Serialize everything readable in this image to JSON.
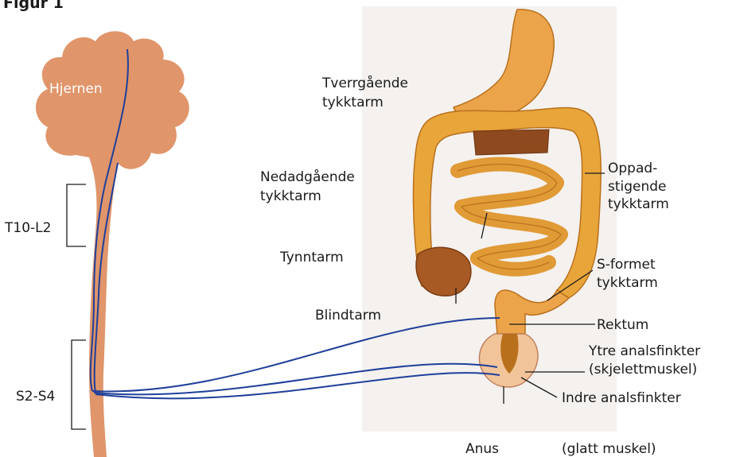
{
  "figure": {
    "title": "Figur 1",
    "labels": {
      "brain": "Hjernen",
      "spine_upper": "T10-L2",
      "spine_lower": "S2-S4",
      "transverse_1": "Tverrgående",
      "transverse_2": "tykktarm",
      "descending_1": "Nedadgående",
      "descending_2": "tykktarm",
      "small_intestine": "Tynntarm",
      "cecum": "Blindtarm",
      "ascending_1": "Oppad-",
      "ascending_2": "stigende",
      "ascending_3": "tykktarm",
      "sigmoid_1": "S-formet",
      "sigmoid_2": "tykktarm",
      "rectum": "Rektum",
      "external_sphincter_1": "Ytre analsfinkter",
      "external_sphincter_2": "(skjelettmuskel)",
      "internal_sphincter": "Indre analsfinkter",
      "anus": "Anus",
      "smooth_muscle": "(glatt muskel)"
    },
    "colors": {
      "nervous_system": "#e0956a",
      "nerve": "#1f3f9a",
      "intestine": "#e8a53a",
      "intestine_dark": "#b9701c",
      "panel": "#f4f1ee"
    }
  }
}
